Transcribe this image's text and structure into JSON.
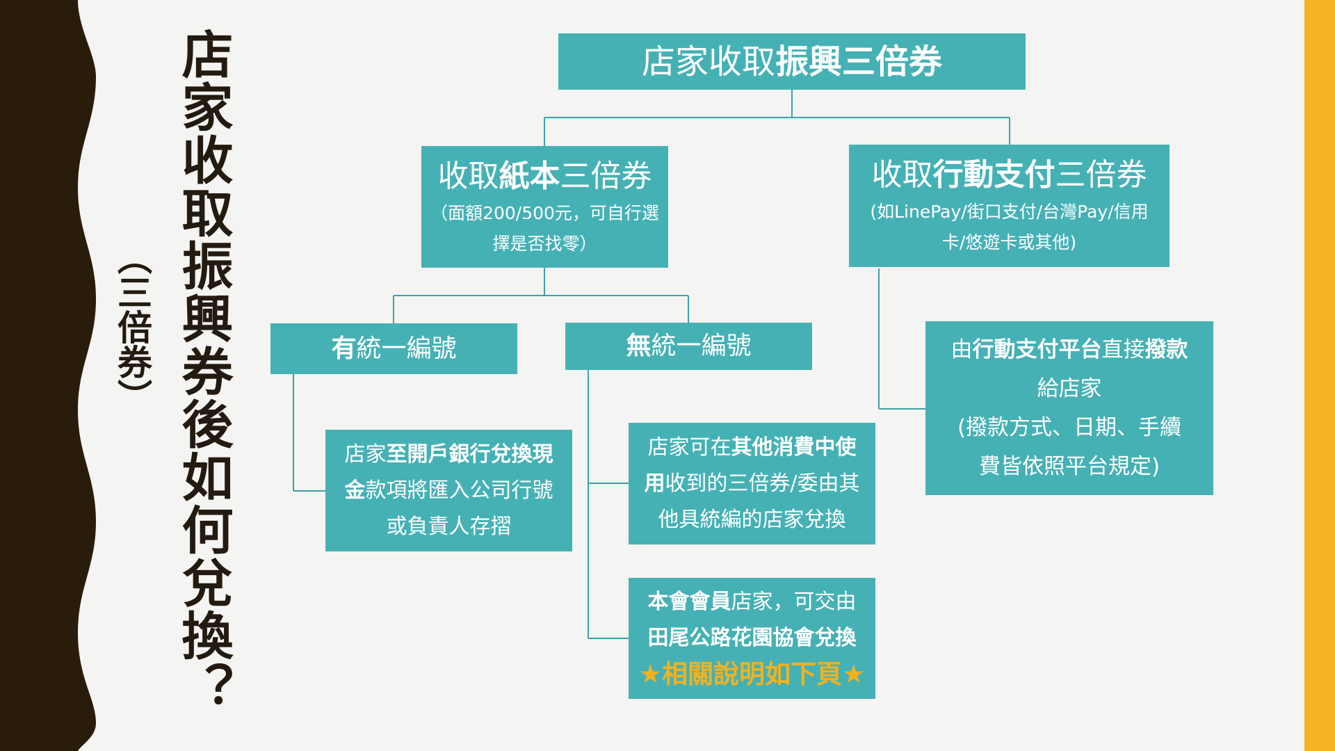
{
  "page": {
    "title": "店家收取振興券後如何兌換？",
    "subtitle": "（三倍券）"
  },
  "colors": {
    "box": "#45b1b5",
    "text": "#ffffff",
    "connector": "#3ea0a8",
    "highlight": "#f2b21f",
    "dark_band": "#2a1c0b",
    "accent_bar": "#f5b325"
  },
  "nodes": {
    "root": {
      "pre": "店家收取",
      "bold": "振興三倍券"
    },
    "paper": {
      "pre": "收取",
      "bold": "紙本",
      "post": "三倍券",
      "note1": "（面額200/500元，可自行選",
      "note2": "擇是否找零）"
    },
    "mobile": {
      "pre": "收取",
      "bold": "行動支付",
      "post": "三倍券",
      "note1": "(如LinePay/街口支付/台灣Pay/信用",
      "note2": "卡/悠遊卡或其他)"
    },
    "has_tax_id": {
      "bold": "有",
      "post": "統一編號"
    },
    "no_tax_id": {
      "bold": "無",
      "post": "統一編號"
    },
    "bank": {
      "pre": "店家",
      "bold1": "至開戶銀行兌換現",
      "bold2": "金",
      "post2": "款項將匯入公司行號",
      "line3": "或負責人存摺"
    },
    "other_store": {
      "pre": "店家可在",
      "bold1": "其他消費中使",
      "bold2": "用",
      "post2": "收到的三倍券/委由其",
      "line3": "他具統編的店家兌換"
    },
    "member": {
      "bold1": "本會會員",
      "post1": "店家，可交由",
      "bold2": "田尾公路花園協會兌換",
      "highlight": "★相關說明如下頁★"
    },
    "platform": {
      "pre": "由",
      "bold1": "行動支付平台",
      "mid": "直接",
      "bold2": "撥款",
      "line2": "給店家",
      "line3": "(撥款方式、日期、手續",
      "line4": "費皆依照平台規定)"
    }
  }
}
